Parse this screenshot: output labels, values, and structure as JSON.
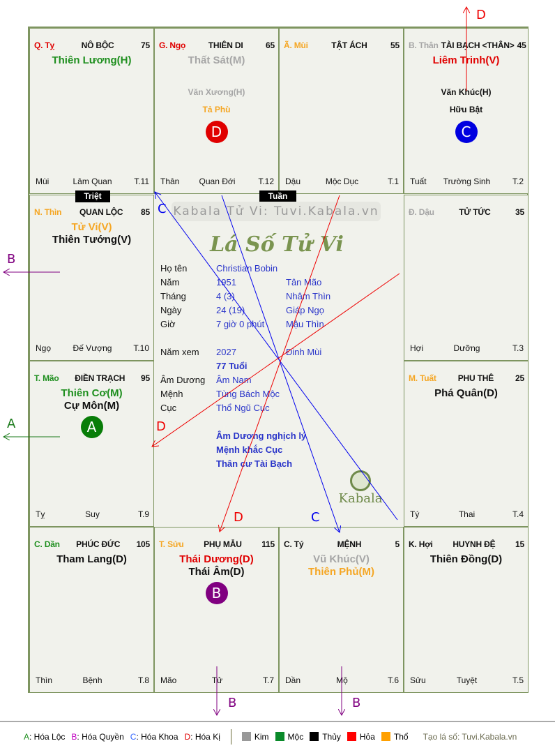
{
  "palaces": [
    {
      "pos": "c0r0",
      "can_chi": "Q. Tỵ",
      "cc_color": "#e00000",
      "name": "NÔ BỘC",
      "num": "75",
      "stars": [
        {
          "t": "Thiên Lương(H)",
          "c": "#1f8f1f"
        }
      ],
      "minors": [],
      "badge": null,
      "foot": [
        "Mùi",
        "Lâm Quan",
        "T.11"
      ]
    },
    {
      "pos": "c1r0",
      "can_chi": "G. Ngọ",
      "cc_color": "#e00000",
      "name": "THIÊN DI",
      "num": "65",
      "stars": [
        {
          "t": "Thất Sát(M)",
          "c": "#a6a6a6"
        }
      ],
      "minors": [
        {
          "t": "Văn Xương(H)",
          "c": "#a6a6a6"
        },
        {
          "t": "Tả Phù",
          "c": "#f5a623"
        }
      ],
      "badge": {
        "l": "D",
        "c": "#e00000"
      },
      "foot": [
        "Thân",
        "Quan Đới",
        "T.12"
      ]
    },
    {
      "pos": "c2r0",
      "can_chi": "Ã. Mùi",
      "cc_color": "#f5a623",
      "name": "TẬT ÁCH",
      "num": "55",
      "stars": [],
      "minors": [],
      "badge": null,
      "foot": [
        "Dậu",
        "Mộc Dục",
        "T.1"
      ]
    },
    {
      "pos": "c3r0",
      "can_chi": "B. Thân",
      "cc_color": "#a6a6a6",
      "name": "TÀI BẠCH <THÂN>",
      "num": "45",
      "stars": [
        {
          "t": "Liêm Trinh(V)",
          "c": "#e00000"
        }
      ],
      "minors": [
        {
          "t": "Văn Khúc(H)",
          "c": "#111111"
        },
        {
          "t": "Hữu Bật",
          "c": "#111111"
        }
      ],
      "badge": {
        "l": "C",
        "c": "#0000e0"
      },
      "foot": [
        "Tuất",
        "Trường Sinh",
        "T.2"
      ]
    },
    {
      "pos": "c0r1",
      "can_chi": "N. Thìn",
      "cc_color": "#f5a623",
      "name": "QUAN LỘC",
      "num": "85",
      "stars": [
        {
          "t": "Tử Vi(V)",
          "c": "#f5a623"
        },
        {
          "t": "Thiên Tướng(V)",
          "c": "#111111"
        }
      ],
      "minors": [],
      "badge": null,
      "foot": [
        "Ngọ",
        "Đế Vượng",
        "T.10"
      ]
    },
    {
      "pos": "c3r1",
      "can_chi": "Đ. Dậu",
      "cc_color": "#a6a6a6",
      "name": "TỬ TỨC",
      "num": "35",
      "stars": [],
      "minors": [],
      "badge": null,
      "foot": [
        "Hợi",
        "Dưỡng",
        "T.3"
      ]
    },
    {
      "pos": "c0r2",
      "can_chi": "T. Mão",
      "cc_color": "#1f8f1f",
      "name": "ĐIỀN TRẠCH",
      "num": "95",
      "stars": [
        {
          "t": "Thiên Cơ(M)",
          "c": "#1f8f1f"
        },
        {
          "t": "Cự Môn(M)",
          "c": "#111111"
        }
      ],
      "minors": [],
      "badge": {
        "l": "A",
        "c": "#087d08"
      },
      "foot": [
        "Tỵ",
        "Suy",
        "T.9"
      ]
    },
    {
      "pos": "c3r2",
      "can_chi": "M. Tuất",
      "cc_color": "#f5a623",
      "name": "PHU THÊ",
      "num": "25",
      "stars": [
        {
          "t": "Phá Quân(D)",
          "c": "#111111"
        }
      ],
      "minors": [],
      "badge": null,
      "foot": [
        "Tý",
        "Thai",
        "T.4"
      ]
    },
    {
      "pos": "c0r3",
      "can_chi": "C. Dần",
      "cc_color": "#1f8f1f",
      "name": "PHÚC ĐỨC",
      "num": "105",
      "stars": [
        {
          "t": "Tham Lang(D)",
          "c": "#111111"
        }
      ],
      "minors": [],
      "badge": null,
      "foot": [
        "Thìn",
        "Bệnh",
        "T.8"
      ]
    },
    {
      "pos": "c1r3",
      "can_chi": "T. Sửu",
      "cc_color": "#f5a623",
      "name": "PHỤ MẪU",
      "num": "115",
      "stars": [
        {
          "t": "Thái Dương(D)",
          "c": "#e00000"
        },
        {
          "t": "Thái Âm(D)",
          "c": "#111111"
        }
      ],
      "minors": [],
      "badge": {
        "l": "B",
        "c": "#800080"
      },
      "foot": [
        "Mão",
        "Tử",
        "T.7"
      ]
    },
    {
      "pos": "c2r3",
      "can_chi": "C. Tý",
      "cc_color": "#111111",
      "name": "MỆNH",
      "num": "5",
      "stars": [
        {
          "t": "Vũ Khúc(V)",
          "c": "#a6a6a6"
        },
        {
          "t": "Thiên Phủ(M)",
          "c": "#f5a623"
        }
      ],
      "minors": [],
      "badge": null,
      "foot": [
        "Dần",
        "Mộ",
        "T.6"
      ]
    },
    {
      "pos": "c3r3",
      "can_chi": "K. Hợi",
      "cc_color": "#111111",
      "name": "HUYNH ĐỆ",
      "num": "15",
      "stars": [
        {
          "t": "Thiên Đồng(D)",
          "c": "#111111"
        }
      ],
      "minors": [],
      "badge": null,
      "foot": [
        "Sửu",
        "Tuyệt",
        "T.5"
      ]
    }
  ],
  "tags": {
    "triet": "Triệt",
    "tuan": "Tuần"
  },
  "center": {
    "watermark": "Kabala Tử Vi: Tuvi.Kabala.vn",
    "title": "Lá Số Tử Vi",
    "rows": [
      {
        "k": "Họ tên",
        "v": "Christian Bobin",
        "v2": ""
      },
      {
        "k": "Năm",
        "v": "1951",
        "v2": "Tân Mão"
      },
      {
        "k": "Tháng",
        "v": "4  (3)",
        "v2": "Nhâm Thìn"
      },
      {
        "k": "Ngày",
        "v": "24  (19)",
        "v2": "Giáp Ngọ"
      },
      {
        "k": "Giờ",
        "v": "7 giờ 0 phút",
        "v2": "Mậu Thìn"
      }
    ],
    "rows2": [
      {
        "k": "Năm xem",
        "v": "2027",
        "v2": "Đinh Mùi"
      },
      {
        "k": "",
        "v": "77 Tuổi",
        "v2": ""
      },
      {
        "k": "Âm Dương",
        "v": "Âm Nam",
        "v2": ""
      },
      {
        "k": "Mệnh",
        "v": "Tùng Bách Mộc",
        "v2": ""
      },
      {
        "k": "Cục",
        "v": "Thổ Ngũ Cục",
        "v2": ""
      }
    ],
    "notes": [
      "Âm Dương nghịch lý",
      "Mệnh khắc Cục",
      "Thân cư Tài Bạch"
    ],
    "brand": "Kabala"
  },
  "arrow_labels": {
    "a": "A",
    "b": "B",
    "c": "C",
    "d": "D"
  },
  "legend": {
    "hoa": [
      {
        "k": "A",
        "t": ": Hóa Lộc",
        "c": "#1f8f1f"
      },
      {
        "k": "B",
        "t": ": Hóa Quyền",
        "c": "#c000c0"
      },
      {
        "k": "C",
        "t": ": Hóa Khoa",
        "c": "#3366ff"
      },
      {
        "k": "D",
        "t": ": Hóa Kị",
        "c": "#e00000"
      }
    ],
    "elements": [
      {
        "t": "Kim",
        "c": "#999999"
      },
      {
        "t": "Mộc",
        "c": "#0a8a2a"
      },
      {
        "t": "Thủy",
        "c": "#000000"
      },
      {
        "t": "Hỏa",
        "c": "#ff0000"
      },
      {
        "t": "Thổ",
        "c": "#ffa000"
      }
    ],
    "credit": "Tạo lá số: Tuvi.Kabala.vn"
  }
}
